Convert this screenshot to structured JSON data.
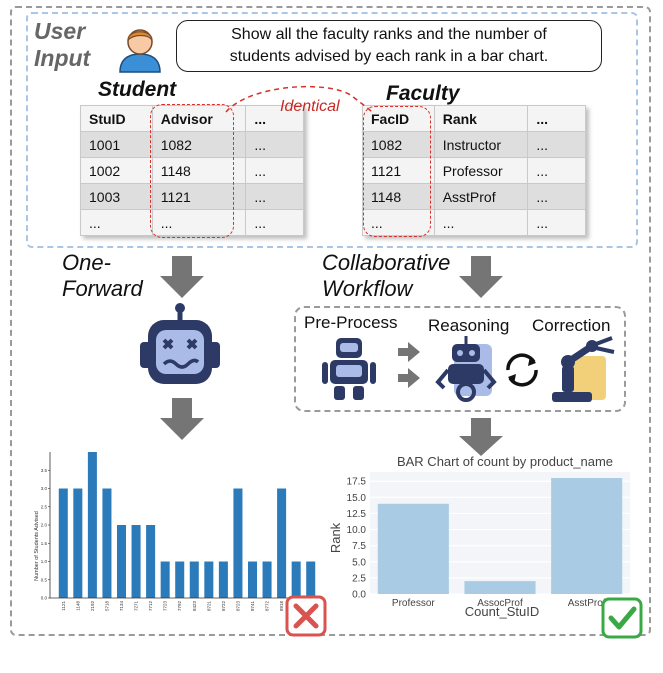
{
  "input": {
    "label_line1": "User",
    "label_line2": "Input",
    "question_line1": "Show all the faculty ranks and the number of",
    "question_line2": "students advised by each rank in a bar chart."
  },
  "student_table": {
    "title": "Student",
    "headers": [
      "StuID",
      "Advisor",
      "..."
    ],
    "rows": [
      [
        "1001",
        "1082",
        "..."
      ],
      [
        "1002",
        "1148",
        "..."
      ],
      [
        "1003",
        "1121",
        "..."
      ],
      [
        "...",
        "...",
        "..."
      ]
    ]
  },
  "faculty_table": {
    "title": "Faculty",
    "headers": [
      "FacID",
      "Rank",
      "..."
    ],
    "rows": [
      [
        "1082",
        "Instructor",
        "..."
      ],
      [
        "1121",
        "Professor",
        "..."
      ],
      [
        "1148",
        "AsstProf",
        "..."
      ],
      [
        "...",
        "...",
        "..."
      ]
    ]
  },
  "identical_label": "Identical",
  "one_forward": {
    "line1": "One-",
    "line2": "Forward"
  },
  "collab": {
    "line1": "Collaborative",
    "line2": "Workflow",
    "stages": [
      "Pre-Process",
      "Reasoning",
      "Correction"
    ]
  },
  "colors": {
    "arrow": "#757575",
    "bar_left": "#2b7bba",
    "bar_right": "#a9cbe3",
    "wrong": "#d9534f",
    "right": "#3aa845",
    "dash_red": "#d9302a",
    "input_dash": "#a9c6e4"
  },
  "icons": [
    "user-avatar-icon",
    "broken-robot-icon",
    "robot-icon",
    "reasoning-robot-icon",
    "cycle-arrows-icon",
    "robot-arm-icon",
    "wrong-mark-icon",
    "check-mark-icon"
  ],
  "chart_data": [
    {
      "type": "bar",
      "ylabel": "Number of Students Advised",
      "categories": [
        "1121",
        "1148",
        "2192",
        "5718",
        "7134",
        "7271",
        "7712",
        "7723",
        "7792",
        "8423",
        "8721",
        "8722",
        "8723",
        "8741",
        "8772",
        "8918",
        "9172"
      ],
      "values": [
        3,
        3,
        4,
        3,
        2,
        2,
        2,
        1,
        1,
        1,
        1,
        1,
        3,
        1,
        1,
        3,
        1,
        1
      ],
      "ylim": [
        0,
        4
      ],
      "yticks": [
        "0.0",
        "0.5",
        "1.0",
        "1.5",
        "2.0",
        "2.5",
        "3.0",
        "3.5"
      ]
    },
    {
      "type": "bar",
      "title": "BAR Chart of count by product_name",
      "xlabel": "Count_StuID",
      "ylabel": "Rank",
      "categories": [
        "Professor",
        "AssocProf",
        "AsstProf"
      ],
      "values": [
        14,
        2,
        18
      ],
      "ylim": [
        0,
        18
      ],
      "yticks": [
        "0.0",
        "2.5",
        "5.0",
        "7.5",
        "10.0",
        "12.5",
        "15.0",
        "17.5"
      ]
    }
  ]
}
